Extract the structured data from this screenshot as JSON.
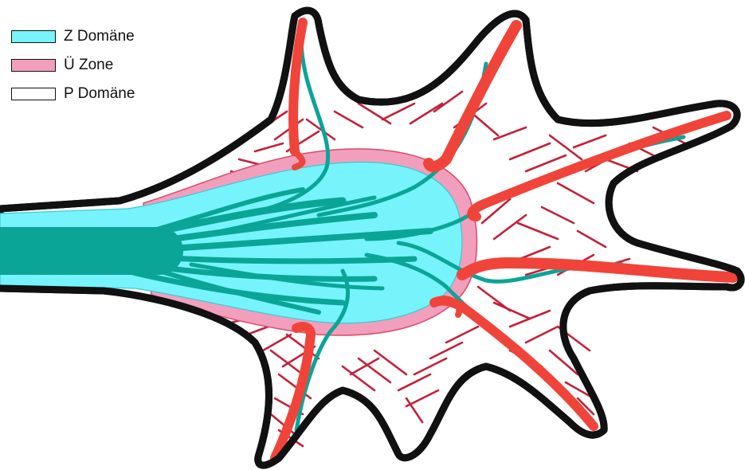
{
  "legend": {
    "items": [
      {
        "label": "Z Domäne",
        "color": "#77f3fb"
      },
      {
        "label": "Ü Zone",
        "color": "#f29fbd"
      },
      {
        "label": "P Domäne",
        "color": "#ffffff"
      }
    ]
  },
  "colors": {
    "outline": "#111111",
    "central_domain": "#77f3fb",
    "transition_zone": "#f29fbd",
    "peripheral_domain": "#ffffff",
    "microtubules": "#0aa597",
    "actin_bundles": "#f0443a",
    "actin_mesh": "#c4203a"
  }
}
